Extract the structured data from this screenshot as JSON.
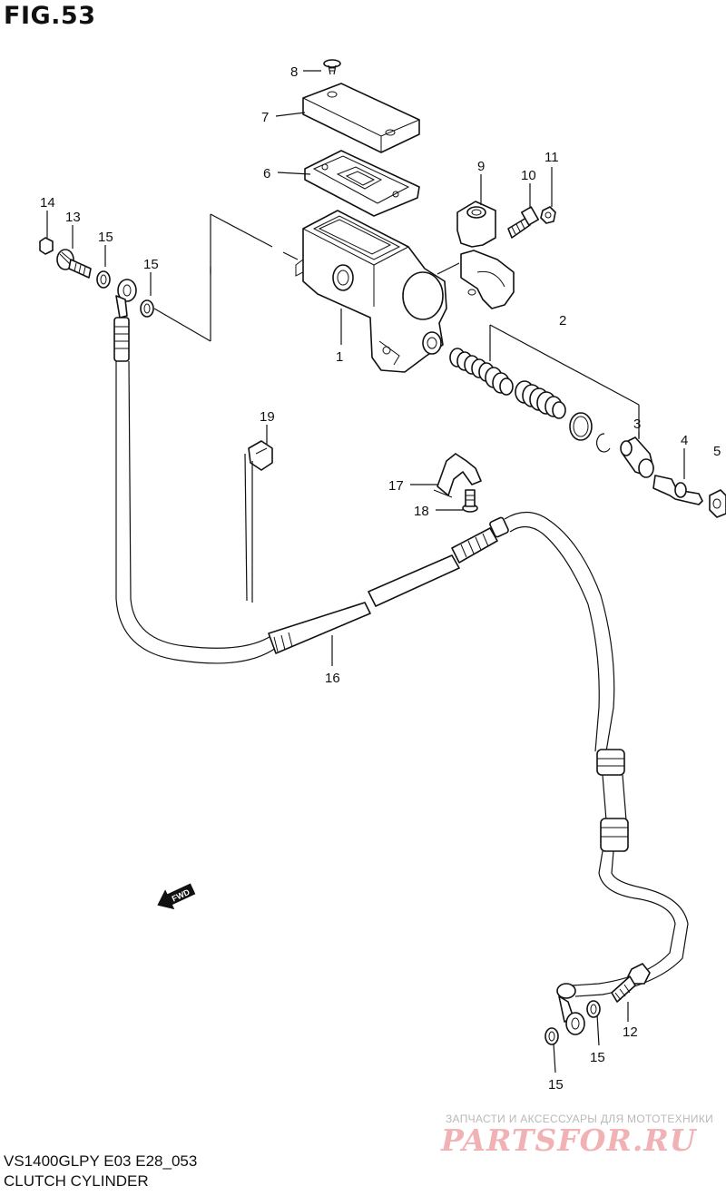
{
  "figure": {
    "title": "FIG.53"
  },
  "footer": {
    "model_code": "VS1400GLPY E03 E28_053",
    "caption": "CLUTCH CYLINDER"
  },
  "watermark": {
    "tagline": "ЗАПЧАСТИ И АКСЕССУАРЫ ДЛЯ МОТОТЕХНИКИ",
    "logo": "PARTSFOR.RU"
  },
  "direction_badge": {
    "label": "FWD"
  },
  "callouts": {
    "c1": "1",
    "c2": "2",
    "c3": "3",
    "c4": "4",
    "c5": "5",
    "c6": "6",
    "c7": "7",
    "c8": "8",
    "c9": "9",
    "c10": "10",
    "c11": "11",
    "c12": "12",
    "c13": "13",
    "c14": "14",
    "c15a": "15",
    "c15b": "15",
    "c15c": "15",
    "c15d": "15",
    "c16": "16",
    "c17": "17",
    "c18": "18",
    "c19": "19"
  },
  "colors": {
    "line": "#111111",
    "watermark_logo": "#f0b2b4",
    "watermark_text": "#b9b9b9"
  }
}
